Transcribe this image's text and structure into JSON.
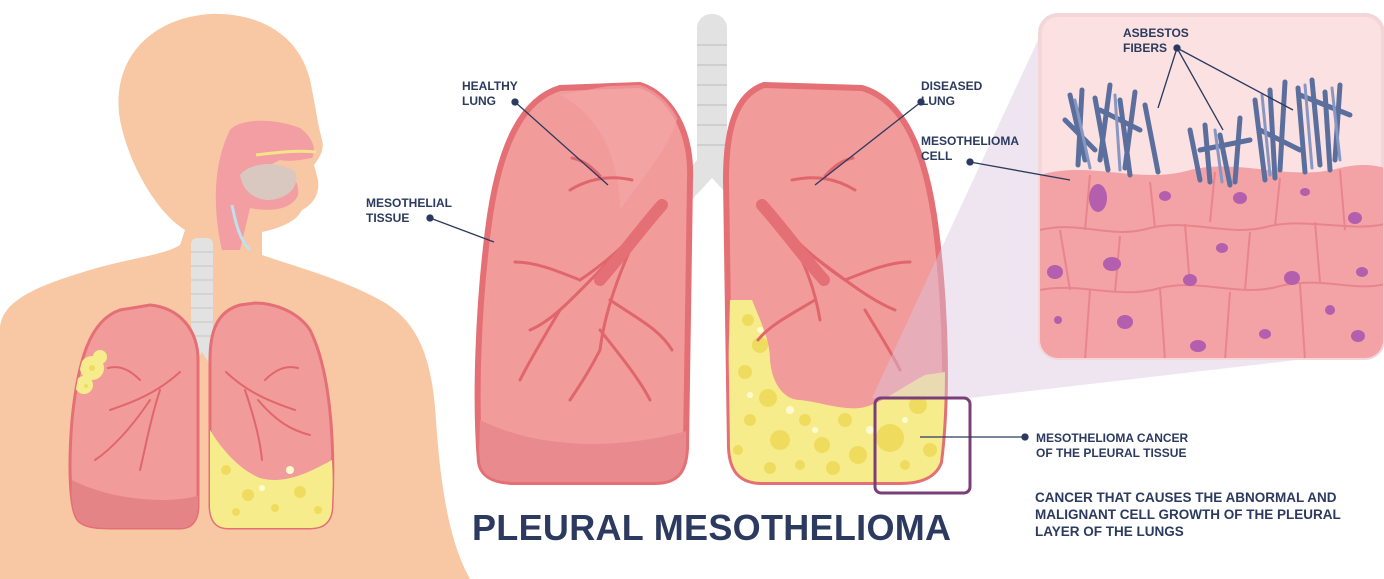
{
  "title": "PLEURAL MESOTHELIOMA",
  "labels": {
    "healthy_lung": [
      "HEALTHY",
      "LUNG"
    ],
    "diseased_lung": [
      "DISEASED",
      "LUNG"
    ],
    "mesothelial_tissue": [
      "MESOTHELIAL",
      "TISSUE"
    ],
    "asbestos_fibers": [
      "ASBESTOS",
      "FIBERS"
    ],
    "mesothelioma_cell": [
      "MESOTHELIOMA",
      "CELL"
    ],
    "mesothelioma_cancer": [
      "MESOTHELIOMA CANCER",
      "OF THE PLEURAL TISSUE"
    ]
  },
  "description": [
    "CANCER THAT CAUSES THE ABNORMAL AND",
    "MALIGNANT CELL GROWTH OF THE PLEURAL",
    "LAYER OF THE LUNGS"
  ],
  "colors": {
    "skin": "#f8c7a4",
    "lung": "#f29b9b",
    "lung_outline": "#e46f75",
    "vessel": "#e0666d",
    "trachea": "#e2e2e2",
    "tumor": "#f7ec8c",
    "fiber": "#5b6f9e",
    "cell_nucleus": "#b35fae",
    "zoom_box": "#7a3f79",
    "text": "#2b3a5e"
  }
}
